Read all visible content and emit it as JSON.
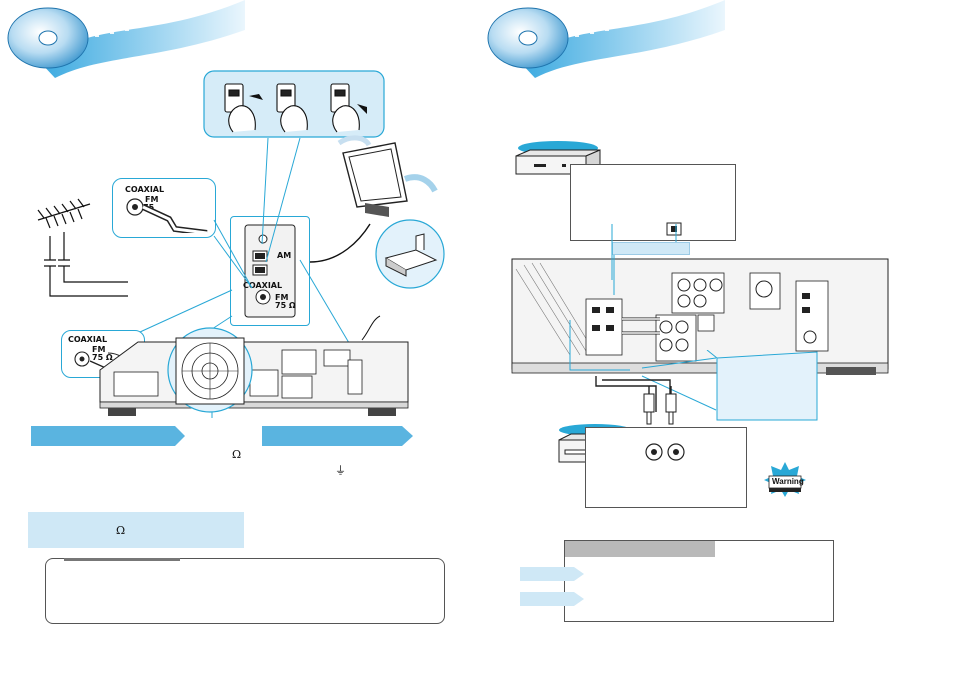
{
  "colors": {
    "accent_cyan": "#29a8d6",
    "light_blue": "#cfe8f6",
    "pale_blue": "#e3f2fb",
    "banner_blue": "#5ab4e0",
    "gray_bar": "#b9b9b9",
    "device_fill": "#e8e8e8"
  },
  "left_page": {
    "coaxial_upper": {
      "label": "COAXIAL",
      "fm": "FM",
      "ohm": "75"
    },
    "coaxial_lower": {
      "label": "COAXIAL",
      "fm": "FM",
      "ohm": "75 Ω"
    },
    "terminal_panel": {
      "am": "AM",
      "coaxial": "COAXIAL",
      "fm": "FM",
      "ohm": "75 Ω"
    },
    "fm_banner_omega": "Ω",
    "am_banner_ground": "⏚",
    "note_box_omega": "Ω"
  },
  "right_page": {
    "warning_badge": "Warning"
  }
}
